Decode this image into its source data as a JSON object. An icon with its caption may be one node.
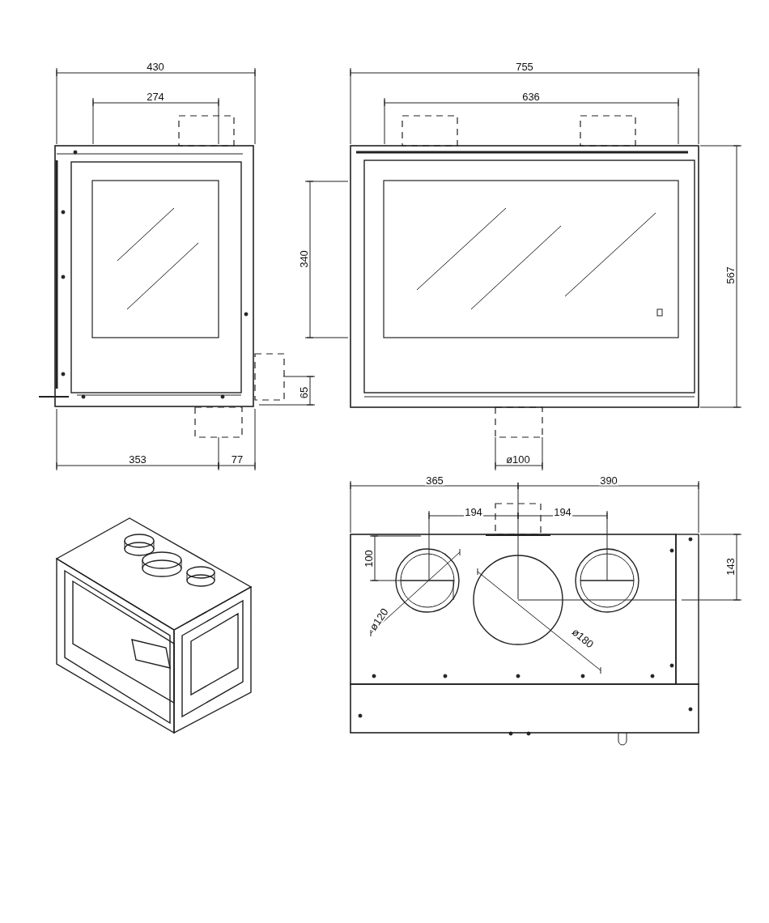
{
  "diagram": {
    "labels": [
      "430",
      "755",
      "274",
      "636",
      "340",
      "567",
      "65",
      "353",
      "77",
      "ø100",
      "365",
      "390",
      "194",
      "194",
      "100",
      "143",
      "ø120",
      "ø180"
    ]
  }
}
